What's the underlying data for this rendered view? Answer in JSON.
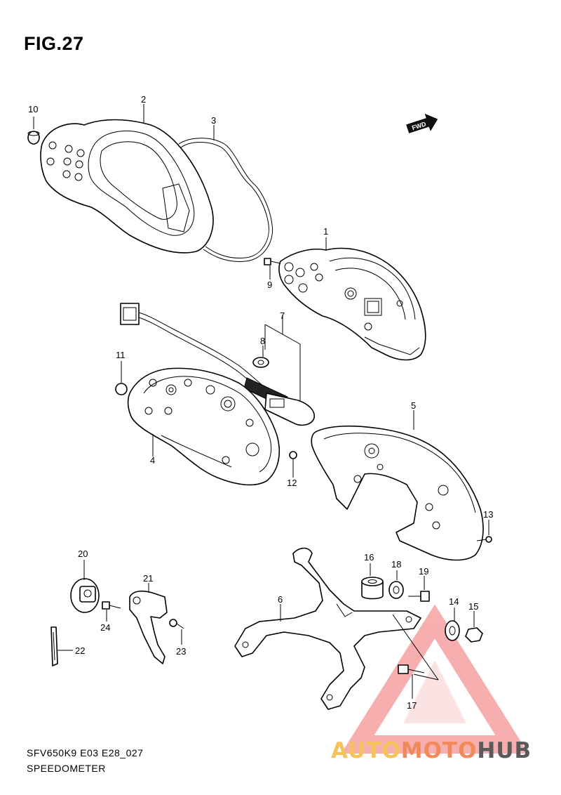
{
  "figure": {
    "title": "FIG.27",
    "code": "SFV650K9 E03 E28_027",
    "name": "SPEEDOMETER"
  },
  "direction_badge": "FWD",
  "callouts": {
    "c1": "1",
    "c2": "2",
    "c3": "3",
    "c4": "4",
    "c5": "5",
    "c6": "6",
    "c7": "7",
    "c8": "8",
    "c9": "9",
    "c10": "10",
    "c11": "11",
    "c12": "12",
    "c13": "13",
    "c14": "14",
    "c15": "15",
    "c16": "16",
    "c17": "17",
    "c18": "18",
    "c19": "19",
    "c20": "20",
    "c21": "21",
    "c22": "22",
    "c23": "23",
    "c24": "24"
  },
  "watermark": {
    "part1": "AUTO",
    "part2": "MOTO",
    "part3": "HUB",
    "colors": {
      "auto": "#f6c35a",
      "moto": "#f08a5a",
      "hub": "#5a5a5a",
      "triangle": "#f26d6d"
    }
  }
}
